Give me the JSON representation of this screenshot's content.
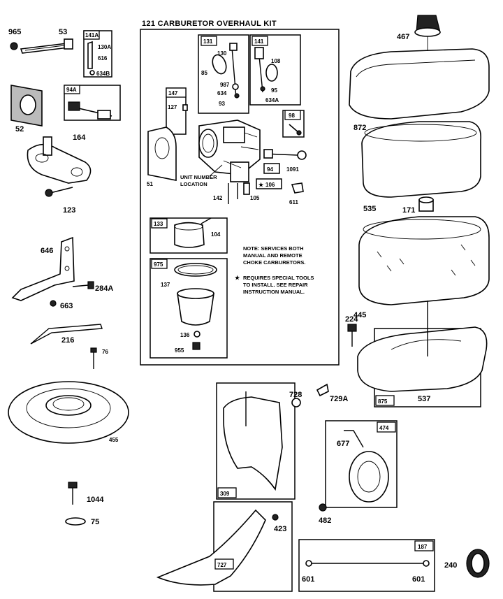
{
  "kit": {
    "title": "121 CARBURETOR OVERHAUL KIT",
    "note_lines": [
      "NOTE: SERVICES BOTH",
      "MANUAL AND REMOTE",
      "CHOKE CARBURETORS."
    ],
    "star_note_lines": [
      "REQUIRES SPECIAL TOOLS",
      "TO INSTALL.  SEE REPAIR",
      "INSTRUCTION MANUAL."
    ],
    "unit_number_lines": [
      "UNIT NUMBER",
      "LOCATION"
    ]
  },
  "boxed_labels": {
    "b131": "131",
    "b141": "141",
    "b147": "147",
    "b98": "98",
    "b94": "94",
    "b106": "106",
    "b133": "133",
    "b975": "975",
    "b141A": "141A",
    "b94A": "94A",
    "b875": "875",
    "b474": "474",
    "b309": "309",
    "b727": "727",
    "b187": "187"
  },
  "labels": {
    "l965": "965",
    "l53": "53",
    "l52": "52",
    "l164": "164",
    "l123": "123",
    "l646": "646",
    "l284A": "284A",
    "l663": "663",
    "l216": "216",
    "l76": "76",
    "l455": "455",
    "l1044": "1044",
    "l75": "75",
    "l130": "130",
    "l85": "85",
    "l987": "987",
    "l634": "634",
    "l93": "93",
    "l108": "108",
    "l95": "95",
    "l634A": "634A",
    "l127": "127",
    "l51": "51",
    "l1091": "1091",
    "l142": "142",
    "l105": "105",
    "l611": "611",
    "l104": "104",
    "l137": "137",
    "l136": "136",
    "l955": "955",
    "l130A": "130A",
    "l616": "616",
    "l634B": "634B",
    "l467": "467",
    "l872": "872",
    "l535": "535",
    "l171": "171",
    "l445": "445",
    "l224": "224",
    "l537": "537",
    "l728": "728",
    "l729A": "729A",
    "l677": "677",
    "l482": "482",
    "l423": "423",
    "l601a": "601",
    "l601b": "601",
    "l240": "240"
  }
}
